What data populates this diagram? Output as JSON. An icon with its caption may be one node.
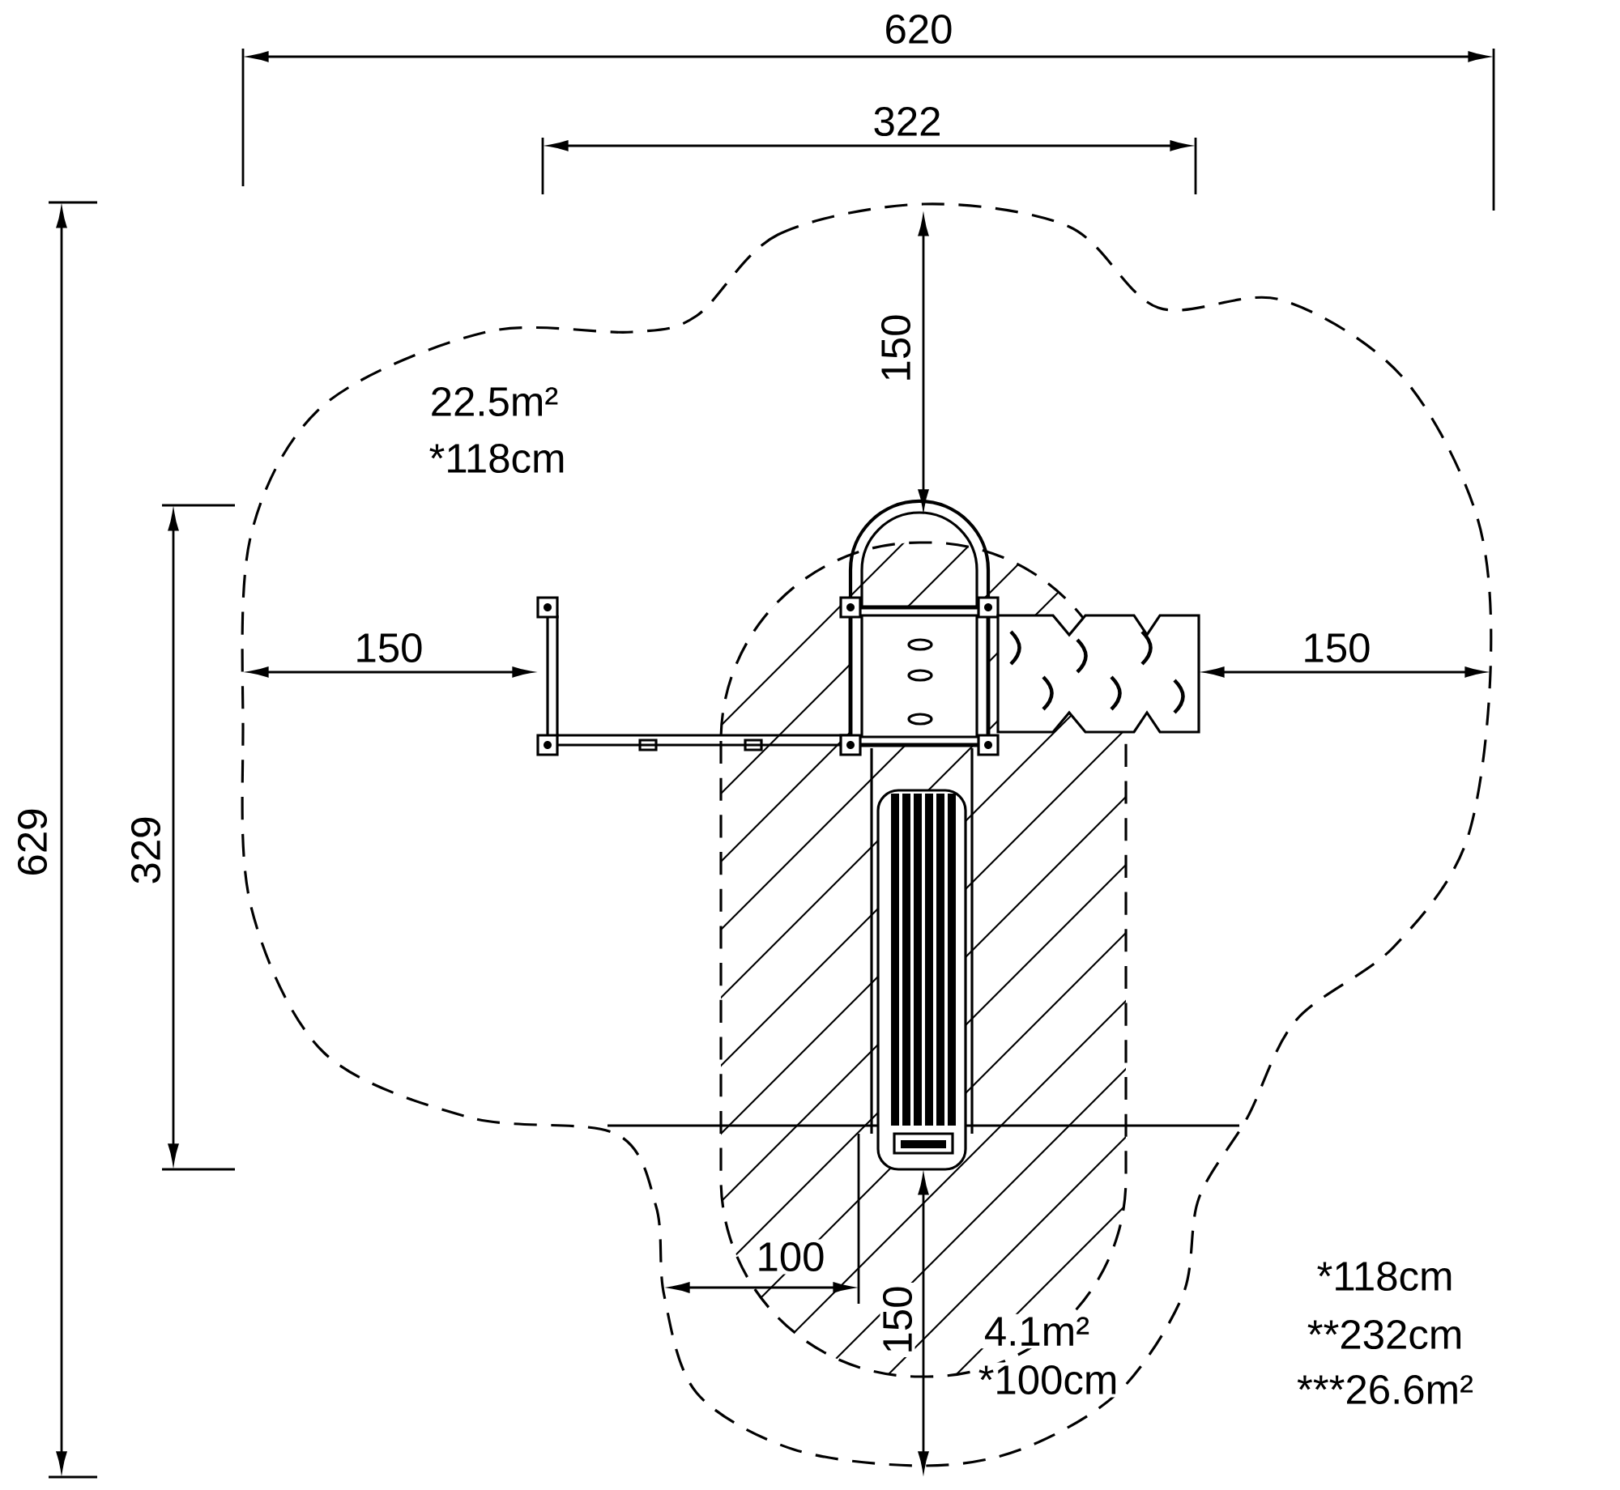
{
  "diagram": {
    "labels": [
      "620",
      "322",
      "150",
      "22.5m²",
      "*118cm",
      "150",
      "150",
      "629",
      "329",
      "100",
      "150",
      "4.1m²",
      "*100cm",
      "*118cm",
      "**232cm",
      "***26.6m²"
    ]
  }
}
